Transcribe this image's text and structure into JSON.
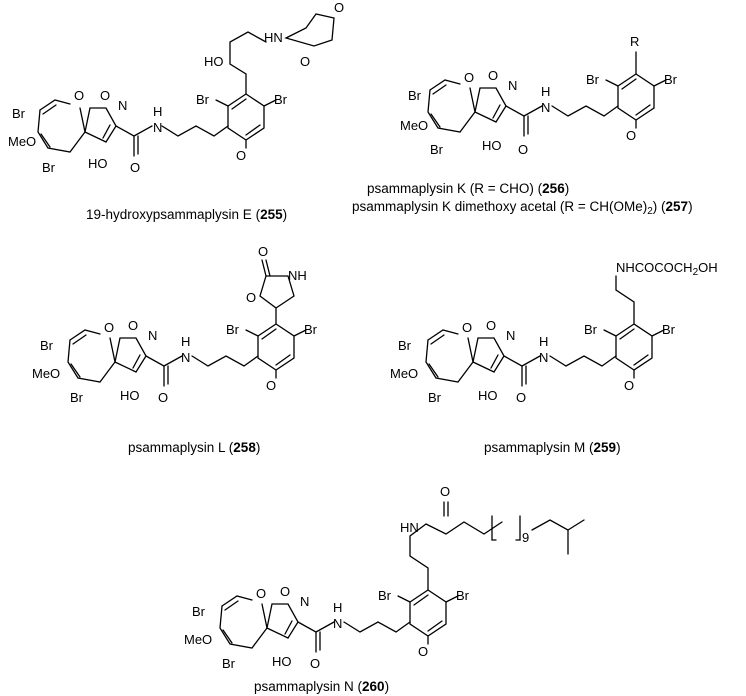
{
  "compounds": [
    {
      "id": "255",
      "caption_prefix": "19-hydroxypsammaplysin E (",
      "caption_number": "255",
      "caption_suffix": ")",
      "extra_labels": {
        "hydroxy": "HO",
        "amine": "HN",
        "oxo_top": "O",
        "oxo_bottom": "O"
      }
    },
    {
      "id": "256",
      "caption_prefix": "psammaplysin K (R = CHO) (",
      "caption_number": "256",
      "caption_suffix": ")",
      "extra_labels": {
        "r_group": "R"
      }
    },
    {
      "id": "257",
      "caption_prefix": "psammaplysin K dimethoxy acetal (R = CH(OMe)",
      "caption_sub": "2",
      "caption_mid": ") (",
      "caption_number": "257",
      "caption_suffix": ")"
    },
    {
      "id": "258",
      "caption_prefix": "psammaplysin L (",
      "caption_number": "258",
      "caption_suffix": ")",
      "extra_labels": {
        "oxo": "O",
        "ring_nh": "NH",
        "ring_o": "O"
      }
    },
    {
      "id": "259",
      "caption_prefix": "psammaplysin M (",
      "caption_number": "259",
      "caption_suffix": ")",
      "extra_labels": {
        "side_chain_main": "NHCOCOCH",
        "side_chain_sub": "2",
        "side_chain_end": "OH"
      }
    },
    {
      "id": "260",
      "caption_prefix": "psammaplysin N (",
      "caption_number": "260",
      "caption_suffix": ")",
      "extra_labels": {
        "amide_nh": "HN",
        "oxo": "O",
        "repeat": "9"
      }
    }
  ],
  "core_labels": {
    "br": "Br",
    "meo": "MeO",
    "ho": "HO",
    "o": "O",
    "n": "N",
    "h": "H",
    "n_amide": "N",
    "isoxazoline_o": "O",
    "oxygen_ring": "O"
  }
}
